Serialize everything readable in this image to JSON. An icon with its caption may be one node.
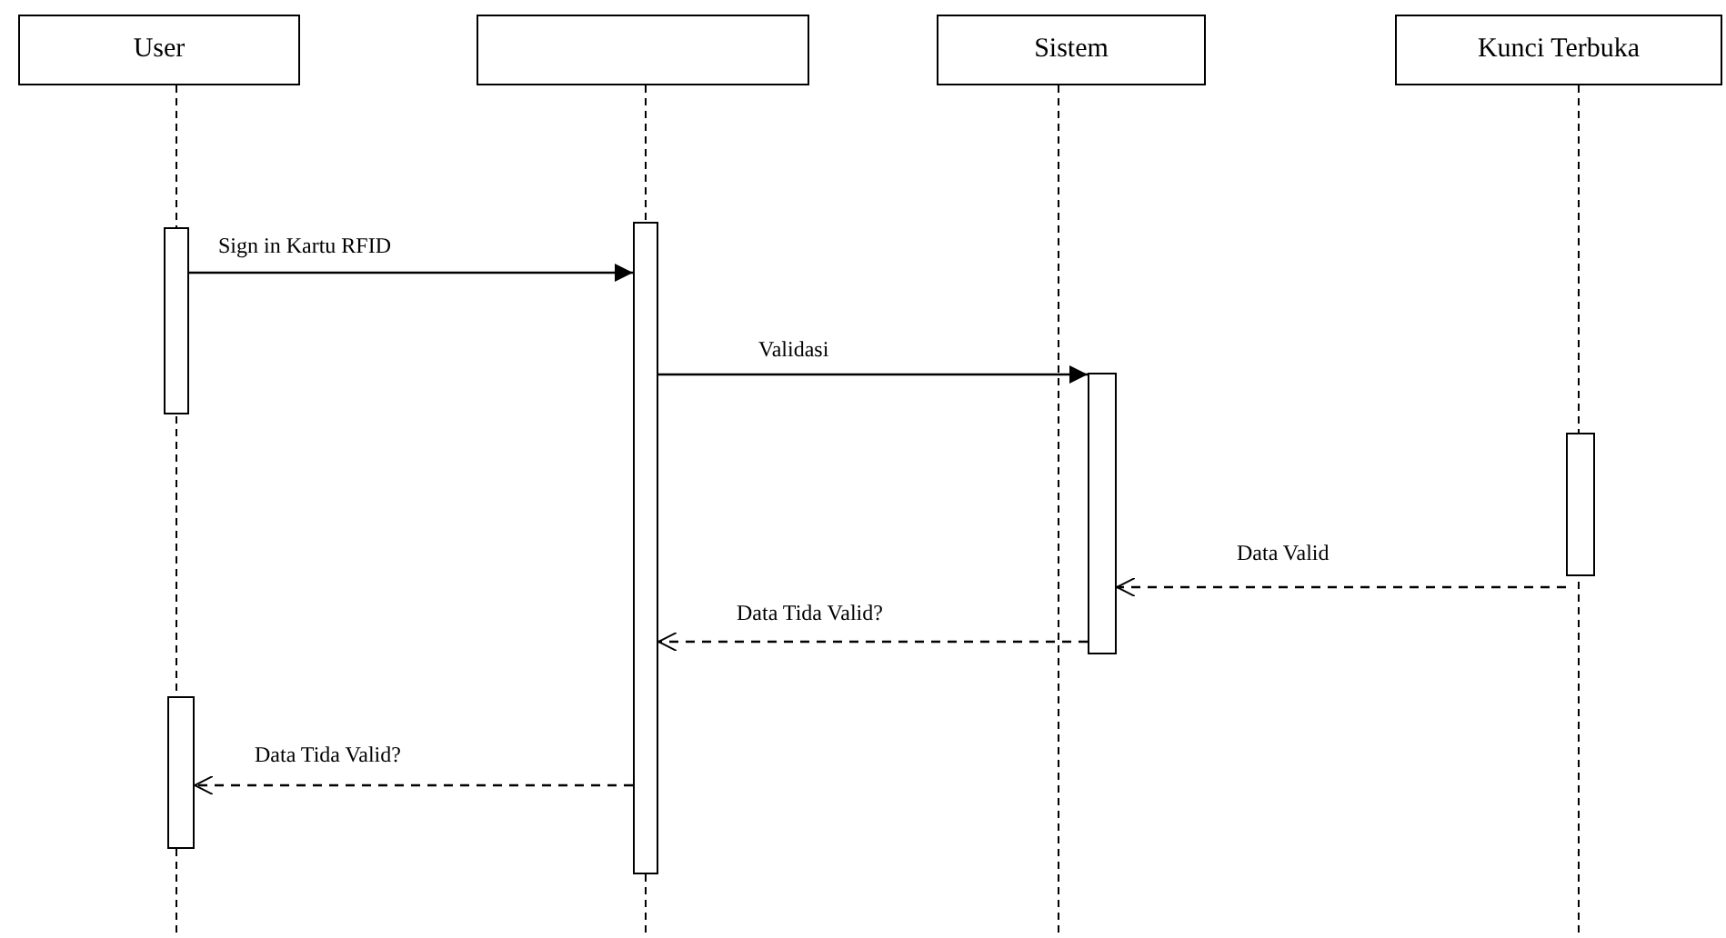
{
  "diagram": {
    "nodes": [
      {
        "text": [
          "User"
        ]
      },
      {
        "text": [],
        "shape": "box"
      },
      {
        "text": [
          "Sistem"
        ]
      },
      {
        "text": [
          "Kunci Terbuka"
        ]
      },
      {
        "text": [],
        "shape": "bar"
      },
      {
        "text": [],
        "shape": "bar"
      },
      {
        "text": [],
        "shape": "bar"
      },
      {
        "text": [],
        "shape": "bar"
      },
      {
        "text": [],
        "shape": "bar"
      }
    ],
    "edges": [
      {
        "from": 4,
        "to": 5,
        "arrow": "to",
        "label": "Sign in Kartu RFID"
      },
      {
        "from": 5,
        "to": 6,
        "arrow": "to",
        "label": "Validasi"
      },
      {
        "from": 7,
        "to": 6,
        "arrow": "to",
        "label": "Data Valid",
        "style": "dashed"
      },
      {
        "from": 6,
        "to": 5,
        "arrow": "to",
        "label": "Data Tida Valid?",
        "style": "dashed"
      },
      {
        "from": 5,
        "to": 8,
        "arrow": "to",
        "label": "Data Tida Valid?",
        "style": "dashed"
      }
    ]
  }
}
